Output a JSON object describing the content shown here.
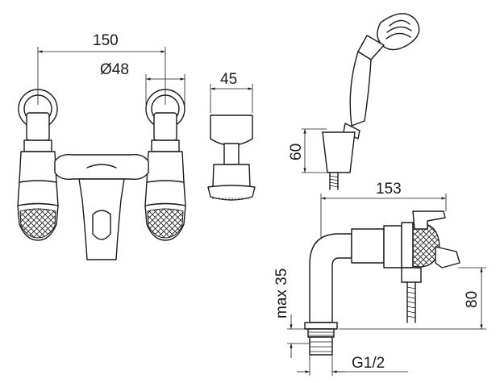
{
  "dimensions": {
    "mixer_centers": "150",
    "flange_diameter": "Ø48",
    "holder_width": "45",
    "holder_height": "60",
    "side_depth": "153",
    "max_height": "max 35",
    "spout_height": "80",
    "thread": "G1/2"
  }
}
